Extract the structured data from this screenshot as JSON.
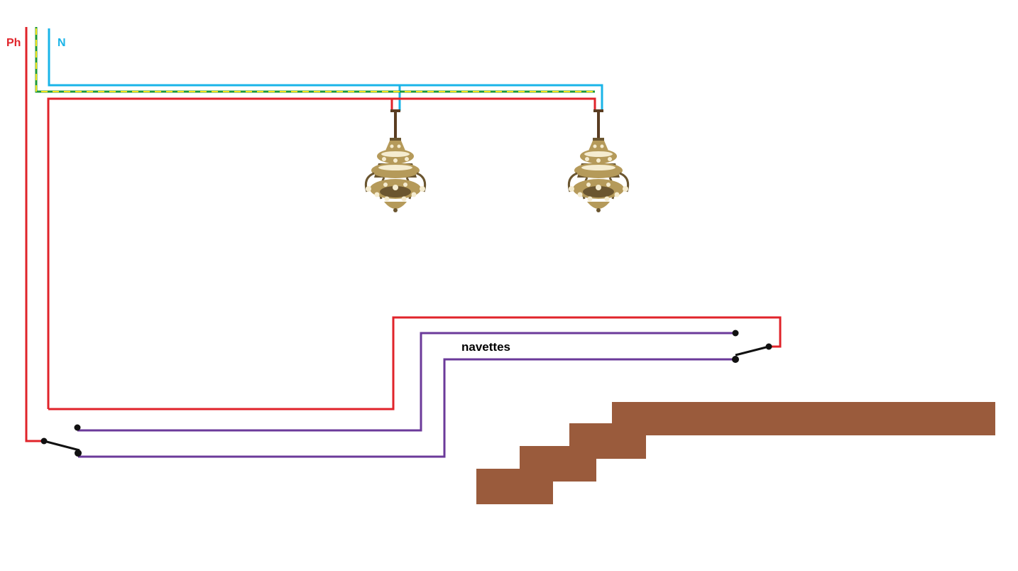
{
  "labels": {
    "phase": "Ph",
    "neutral": "N",
    "travelers": "navettes"
  },
  "colors": {
    "phase": "#e0232a",
    "neutral": "#1ab4e8",
    "earth_green": "#1f9a3a",
    "earth_yellow": "#f2e21b",
    "traveler": "#6b3a9a",
    "switch": "#111111",
    "stairs": "#9a5b3c",
    "chandelier_gold": "#b59a5a",
    "chandelier_dark": "#6b5630",
    "chandelier_rod": "#5a3d22"
  },
  "components": {
    "chandelier_count": 2,
    "two_way_switch_count": 2,
    "stair_steps": 4
  }
}
